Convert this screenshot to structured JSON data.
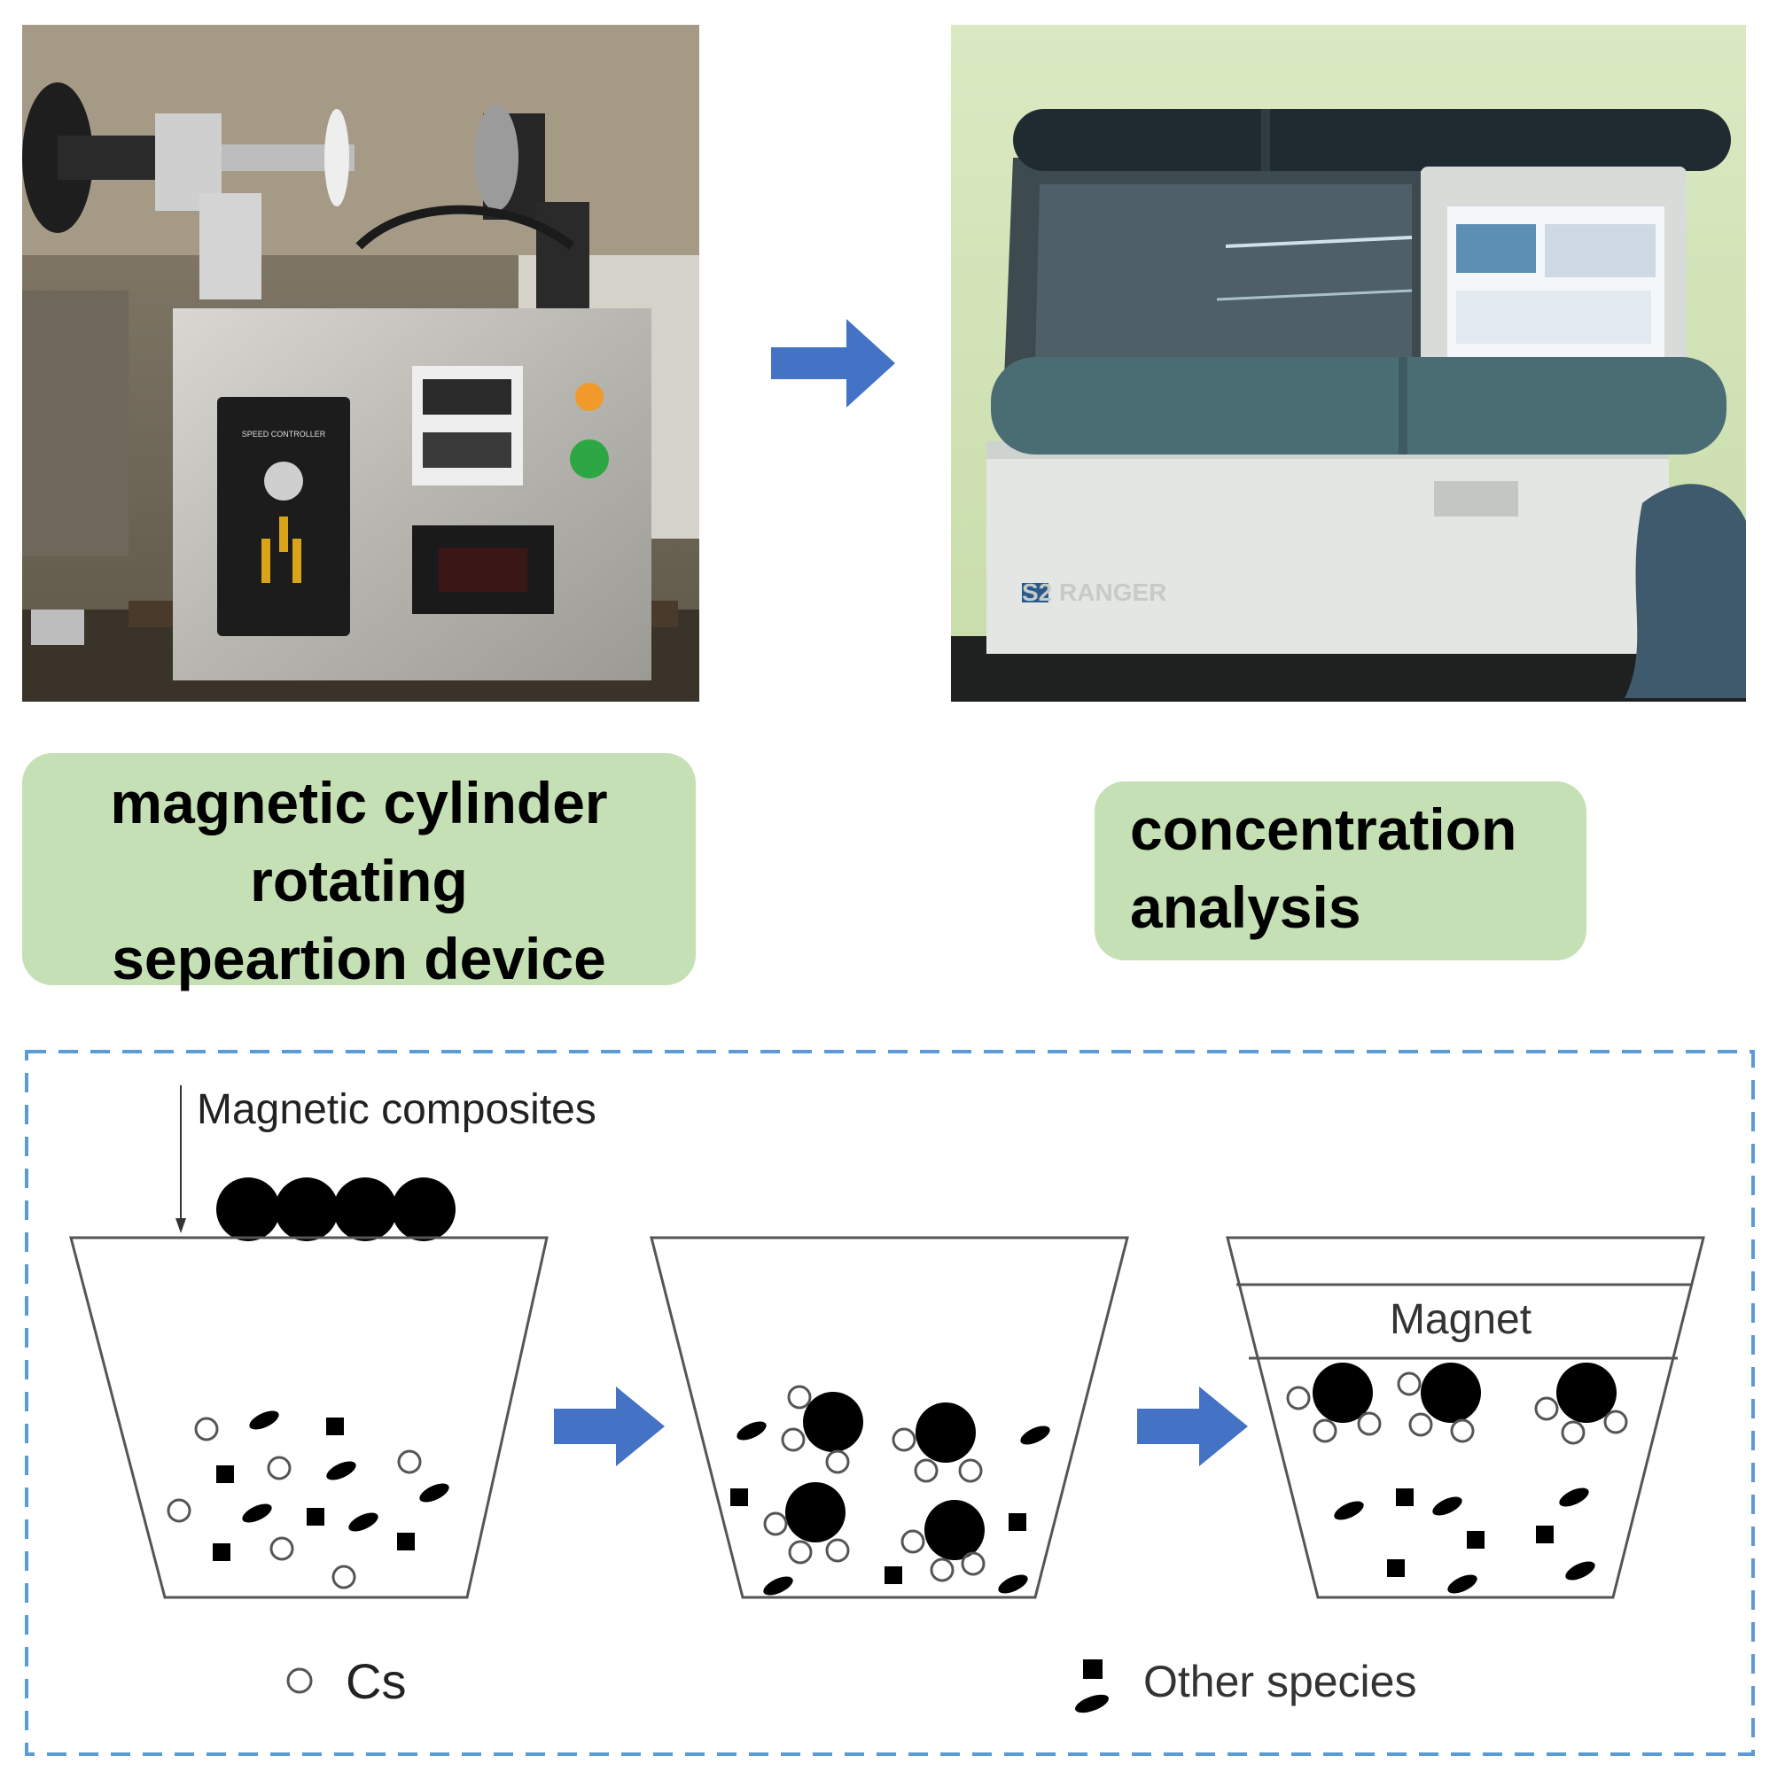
{
  "photos": {
    "left": {
      "device_text": "SPEED CONTROLLER"
    },
    "right": {
      "brand_text": "S2 RANGER"
    }
  },
  "labels": {
    "left": [
      "magnetic cylinder",
      "rotating",
      "sepeartion device"
    ],
    "right": [
      "concentration",
      "analysis"
    ]
  },
  "diagram": {
    "magnetic_composites": "Magnetic composites",
    "magnet": "Magnet",
    "legend_cs": "Cs",
    "legend_other": "Other species"
  },
  "colors": {
    "label_bg": "#c5e0b4",
    "arrow": "#4472c4",
    "dashed_border": "#5b9bd5"
  }
}
